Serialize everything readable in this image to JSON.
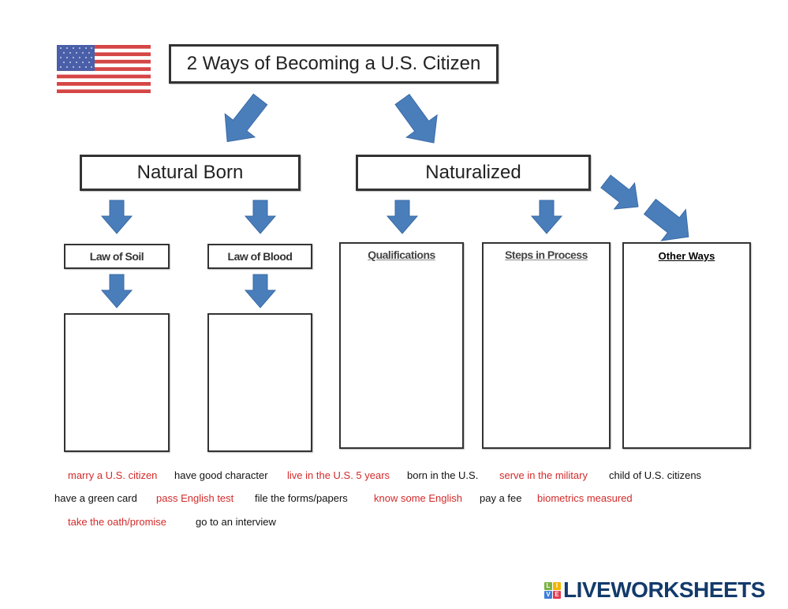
{
  "diagram": {
    "title": "2 Ways of Becoming a U.S. Citizen",
    "branches": {
      "natural_born": "Natural Born",
      "naturalized": "Naturalized"
    },
    "subcategories": {
      "law_of_soil": "Law of Soil",
      "law_of_blood": "Law of Blood",
      "qualifications": "Qualifications",
      "steps_in_process": "Steps in Process",
      "other_ways": "Other Ways"
    },
    "flag_icon": "us-flag-icon",
    "arrow_color": "#4a7ebb"
  },
  "word_bank": [
    {
      "text": "marry a U.S. citizen",
      "color": "red"
    },
    {
      "text": "have good character",
      "color": "black"
    },
    {
      "text": "live in the U.S. 5 years",
      "color": "red"
    },
    {
      "text": "born in the U.S.",
      "color": "black"
    },
    {
      "text": "serve in the military",
      "color": "red"
    },
    {
      "text": "child of U.S. citizens",
      "color": "black"
    },
    {
      "text": "have a green card",
      "color": "black"
    },
    {
      "text": "pass English test",
      "color": "red"
    },
    {
      "text": "file the forms/papers",
      "color": "black"
    },
    {
      "text": "know some English",
      "color": "red"
    },
    {
      "text": "pay a fee",
      "color": "black"
    },
    {
      "text": "biometrics measured",
      "color": "red"
    },
    {
      "text": "take the oath/promise",
      "color": "red"
    },
    {
      "text": "go to an interview",
      "color": "black"
    }
  ],
  "colors": {
    "red_word": "#d42a2a",
    "black_word": "#111111",
    "logo_blue": "#133a6b"
  },
  "logo": {
    "tiles": [
      "L",
      "I",
      "V",
      "E"
    ],
    "text": "LIVEWORKSHEETS"
  }
}
